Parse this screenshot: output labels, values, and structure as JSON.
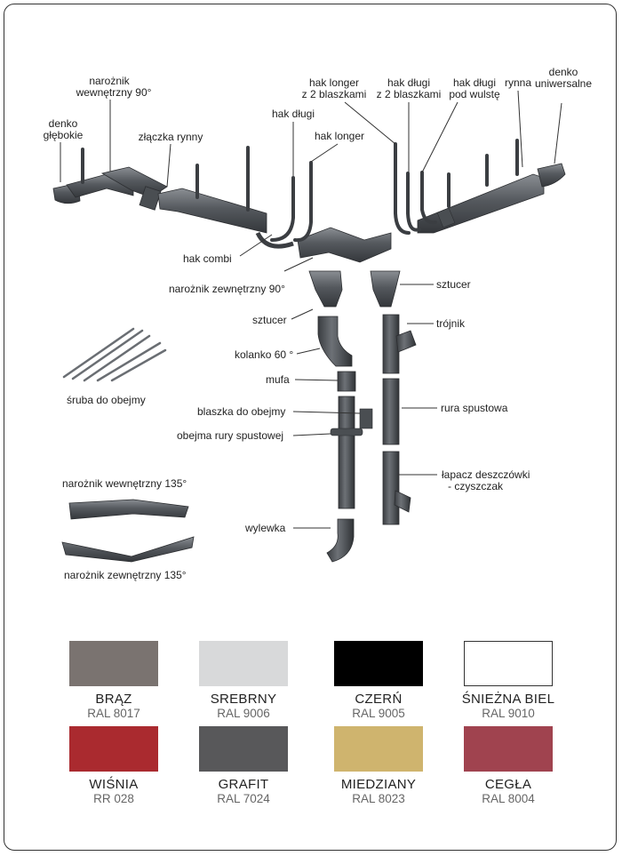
{
  "labels": {
    "naroznik_wewnetrzny_90_l1": "narożnik",
    "naroznik_wewnetrzny_90_l2": "wewnętrzny 90°",
    "denko_glebokie_l1": "denko",
    "denko_glebokie_l2": "głębokie",
    "zlaczka_rynny": "złączka rynny",
    "hak_dlugi": "hak długi",
    "hak_longer_2_l1": "hak longer",
    "hak_longer_2_l2": "z  2 blaszkami",
    "hak_longer": "hak longer",
    "hak_dlugi_2_l1": "hak długi",
    "hak_dlugi_2_l2": "z 2 blaszkami",
    "hak_dlugi_wulst_l1": "hak długi",
    "hak_dlugi_wulst_l2": "pod wulstę",
    "rynna": "rynna",
    "denko_uniwersalne_l1": "denko",
    "denko_uniwersalne_l2": "uniwersalne",
    "hak_combi": "hak combi",
    "naroznik_zewnetrzny_90": "narożnik zewnętrzny 90°",
    "sztucer_left": "sztucer",
    "sztucer_right": "sztucer",
    "trojnik": "trójnik",
    "kolanko_60": "kolanko 60 °",
    "sruba_do_obejmy": "śruba do obejmy",
    "mufa": "mufa",
    "blaszka_do_obejmy": "blaszka do obejmy",
    "rura_spustowa": "rura spustowa",
    "obejma_rury_spustowej": "obejma rury spustowej",
    "lapacz_l1": "łapacz deszczówki",
    "lapacz_l2": "- czyszczak",
    "naroznik_wewnetrzny_135": "narożnik wewnętrzny 135°",
    "naroznik_zewnetrzny_135": "narożnik zewnętrzny 135°",
    "wylewka": "wylewka"
  },
  "colors": {
    "metal": "#55595e",
    "metal_light": "#7d8186",
    "metal_dark": "#3a3d41",
    "swatches": [
      {
        "name": "BRĄZ",
        "code": "RAL 8017",
        "hex": "#7a7370"
      },
      {
        "name": "SREBRNY",
        "code": "RAL 9006",
        "hex": "#d8d9da"
      },
      {
        "name": "CZERŃ",
        "code": "RAL 9005",
        "hex": "#000000"
      },
      {
        "name": "ŚNIEŻNA BIEL",
        "code": "RAL 9010",
        "hex": "#ffffff"
      },
      {
        "name": "WIŚNIA",
        "code": "RR 028",
        "hex": "#aa2a2f"
      },
      {
        "name": "GRAFIT",
        "code": "RAL 7024",
        "hex": "#58585a"
      },
      {
        "name": "MIEDZIANY",
        "code": "RAL 8023",
        "hex": "#cfb46e"
      },
      {
        "name": "CEGŁA",
        "code": "RAL 8004",
        "hex": "#a0434f"
      }
    ]
  }
}
